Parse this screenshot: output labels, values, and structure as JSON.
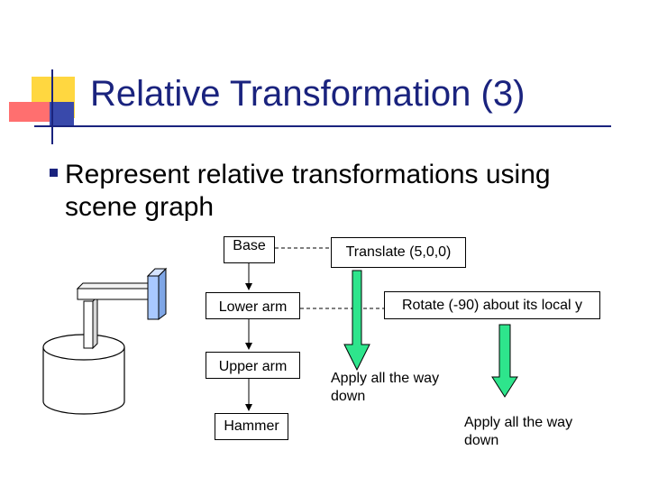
{
  "slide": {
    "title": "Relative Transformation (3)",
    "bullet": "Represent relative transformations using scene graph"
  },
  "graph": {
    "nodes": {
      "base": "Base",
      "lower_arm": "Lower arm",
      "upper_arm": "Upper arm",
      "hammer": "Hammer"
    },
    "transforms": {
      "translate": "Translate (5,0,0)",
      "rotate": "Rotate (-90) about its local y"
    },
    "notes": {
      "apply_1": "Apply all the way down",
      "apply_2": "Apply all the way down"
    }
  },
  "colors": {
    "title": "#1a237e",
    "logo_yellow": "#ffd740",
    "logo_red": "#ff6f6f",
    "logo_blue": "#3949ab",
    "arrow_green": "#2ee58c",
    "robot_blue": "#a9c8ff"
  }
}
